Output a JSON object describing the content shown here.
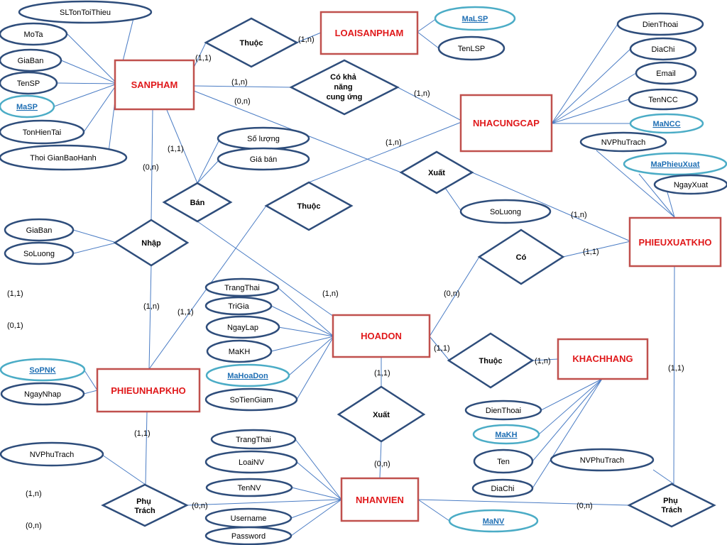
{
  "entities": {
    "sanpham": "SANPHAM",
    "loaisanpham": "LOAISANPHAM",
    "nhacungcap": "NHACUNGCAP",
    "phieuxuatkho": "PHIEUXUATKHO",
    "hoadon": "HOADON",
    "khachhang": "KHACHHANG",
    "phieunhapkho": "PHIEUNHAPKHO",
    "nhanvien": "NHANVIEN"
  },
  "relationships": {
    "thuoc_loai": "Thuộc",
    "co_kha_nang": [
      "Có khả",
      "năng",
      "cung ứng"
    ],
    "xuat_ncc": "Xuất",
    "ban": "Bán",
    "thuoc_ncc": "Thuộc",
    "nhap": "Nhập",
    "co_pxk": "Có",
    "thuoc_kh": "Thuộc",
    "xuat_nv": "Xuất",
    "phu_trach_pnk": [
      "Phụ",
      "Trách"
    ],
    "phu_trach_pxk": [
      "Phụ",
      "Trách"
    ]
  },
  "attributes": {
    "sp_sltontoithieu": "SLTonToiThieu",
    "sp_mota": "MoTa",
    "sp_giaban": "GiaBan",
    "sp_tensp": "TenSP",
    "sp_masp": "MaSP",
    "sp_tonhientai": "TonHienTai",
    "sp_thoigianbaohanh": "Thoi GianBaoHanh",
    "lsp_malsp": "MaLSP",
    "lsp_tenlsp": "TenLSP",
    "ncc_dienthoai": "DienThoai",
    "ncc_diachi": "DiaChi",
    "ncc_email": "Email",
    "ncc_tenncc": "TenNCC",
    "ncc_mancc": "MaNCC",
    "pxk_nvphutrach": "NVPhuTrach",
    "pxk_maphieuxuat": "MaPhieuXuat",
    "pxk_ngayxuat": "NgayXuat",
    "ban_soluong": "Số lượng",
    "ban_giaban": "Giá bán",
    "xuat_soluong": "SoLuong",
    "nhap_giaban": "GiaBan",
    "nhap_soluong": "SoLuong",
    "hd_trangthai": "TrangThai",
    "hd_trigia": "TriGia",
    "hd_ngaylap": "NgayLap",
    "hd_makh": "MaKH",
    "hd_mahoadon": "MaHoaDon",
    "hd_sotiengiam": "SoTienGiam",
    "pnk_sopnk": "SoPNK",
    "pnk_ngaynhap": "NgayNhap",
    "pnk_nvphutrach": "NVPhuTrach",
    "kh_dienthoai": "DienThoai",
    "kh_makh": "MaKH",
    "kh_ten": "Ten",
    "kh_diachi": "DiaChi",
    "kh_nvphutrach": "NVPhuTrach",
    "nv_trangthai": "TrangThai",
    "nv_loainv": "LoaiNV",
    "nv_tennv": "TenNV",
    "nv_username": "Username",
    "nv_password": "Password",
    "nv_manv": "MaNV"
  },
  "cardinalities": {
    "c01": "(1,1)",
    "c02": "(1,n)",
    "c03": "(1,n)",
    "c04": "(0,n)",
    "c05": "(1,n)",
    "c06": "(1,1)",
    "c07": "(0,n)",
    "c08": "(1,n)",
    "c09": "(1,n)",
    "c10": "(1,1)",
    "c11": "(1,1)",
    "c12": "(0,1)",
    "c13": "(1,n)",
    "c14": "(1,1)",
    "c15": "(1,n)",
    "c16": "(0,n)",
    "c17": "(1,1)",
    "c18": "(1,n)",
    "c19": "(1,1)",
    "c20": "(1,1)",
    "c21": "(0,n)",
    "c22": "(1,1)",
    "c23": "(1,n)",
    "c24": "(0,n)",
    "c25": "(0,n)",
    "c26": "(0,n)"
  }
}
